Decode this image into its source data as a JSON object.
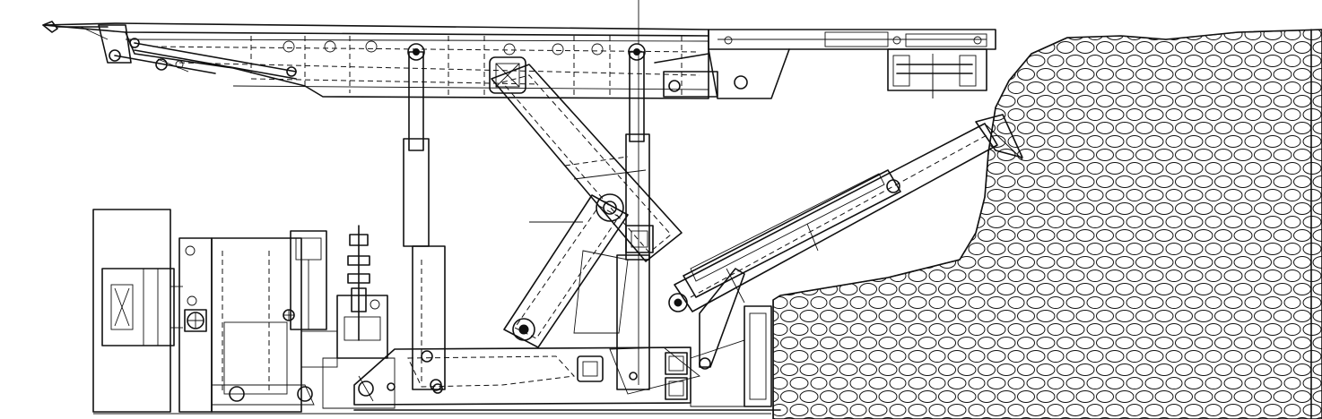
{
  "drawing": {
    "kind": "technical-line-drawing",
    "subject": "mining-support-machine",
    "colors": {
      "line": "#111111",
      "background": "#ffffff"
    },
    "components": [
      "canopy",
      "rear-canopy-hinge",
      "front-extension-beam",
      "front-leg-cylinder",
      "rear-leg-cylinder",
      "diagonal-link-arm",
      "rear-link-arm",
      "front-support-boom",
      "boom-cylinder",
      "base-frame",
      "drive-unit",
      "pump-motor-housing",
      "control-valve-stack",
      "rock-mass",
      "front-guard-plate"
    ]
  }
}
